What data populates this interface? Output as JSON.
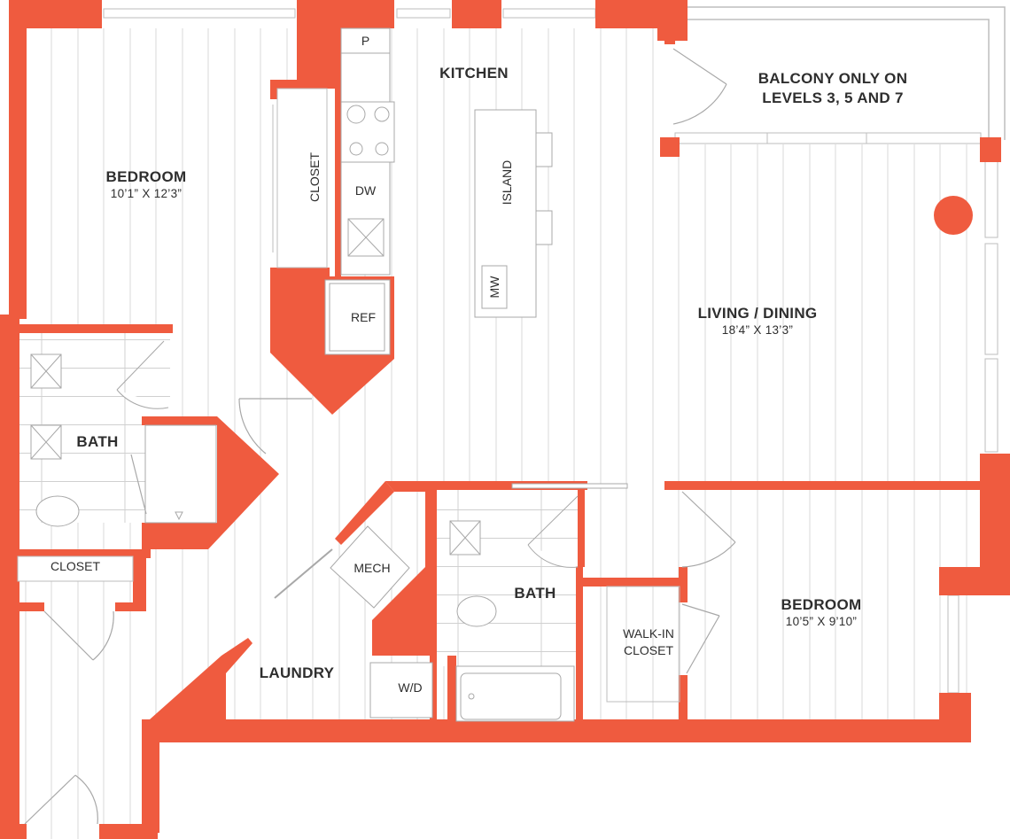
{
  "plan": {
    "wall_color": "#ef5b3f",
    "line_color": "#b8b8b8",
    "floor_line_color": "#d4d4d4",
    "marker_color": "#ef5b3f"
  },
  "rooms": {
    "bedroom_1": {
      "name": "BEDROOM",
      "dims": "10’1” X 12’3”"
    },
    "closet_1": {
      "name": "CLOSET"
    },
    "kitchen": {
      "name": "KITCHEN"
    },
    "balcony": {
      "line1": "BALCONY ONLY ON",
      "line2": "LEVELS 3, 5 AND 7"
    },
    "living": {
      "name": "LIVING / DINING",
      "dims": "18’4” X 13’3”"
    },
    "bath_1": {
      "name": "BATH"
    },
    "closet_2": {
      "name": "CLOSET"
    },
    "mech": {
      "name": "MECH"
    },
    "laundry": {
      "name": "LAUNDRY"
    },
    "bath_2": {
      "name": "BATH"
    },
    "walkin": {
      "line1": "WALK-IN",
      "line2": "CLOSET"
    },
    "bedroom_2": {
      "name": "BEDROOM",
      "dims": "10’5” X 9’10”"
    }
  },
  "fixtures": {
    "pantry": "P",
    "dishwasher": "DW",
    "refrigerator": "REF",
    "island": "ISLAND",
    "microwave": "MW",
    "washer_dryer": "W/D"
  }
}
